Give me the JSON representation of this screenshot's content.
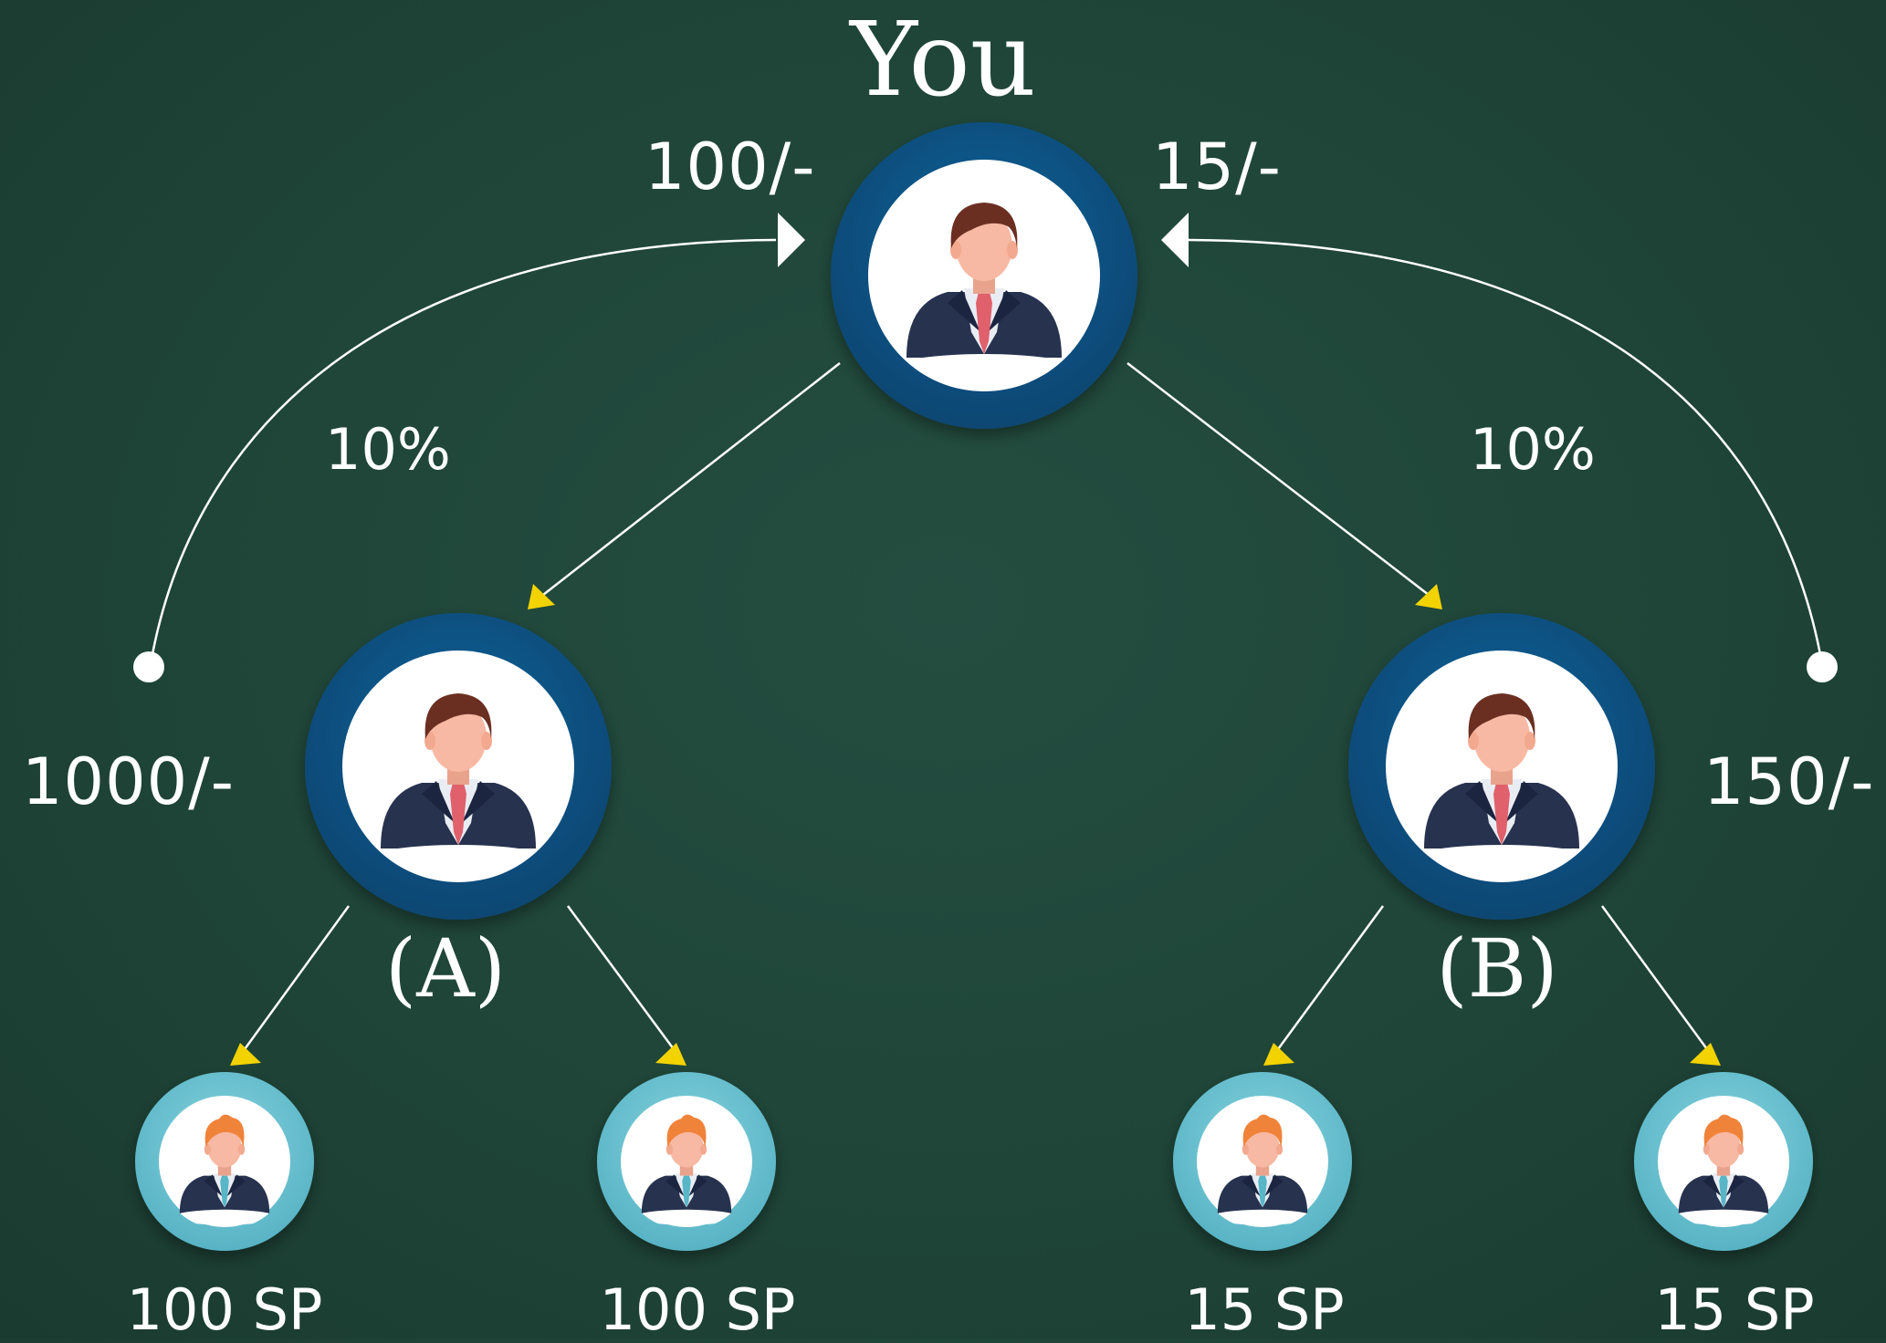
{
  "title": "You",
  "top": {
    "left_amount": "100/-",
    "right_amount": "15/-"
  },
  "left_branch": {
    "percent": "10%",
    "amount": "1000/-",
    "node_label": "(A)",
    "children": [
      "100 SP",
      "100 SP"
    ]
  },
  "right_branch": {
    "percent": "10%",
    "amount": "150/-",
    "node_label": "(B)",
    "children": [
      "15 SP",
      "15 SP"
    ]
  },
  "colors": {
    "background": "#1f4538",
    "large_ring": "#0d4f80",
    "small_ring": "#6cc2d1",
    "arrow_head": "#f2d300",
    "line": "#ffffff",
    "suit": "#27324f",
    "tie_main": "#e0606c",
    "tie_child": "#58b6c6",
    "hair_main": "#6b2f22",
    "hair_child": "#f0833a",
    "skin": "#f7b9a3"
  },
  "icons": [
    "businessman-avatar-icon",
    "child-avatar-icon"
  ]
}
